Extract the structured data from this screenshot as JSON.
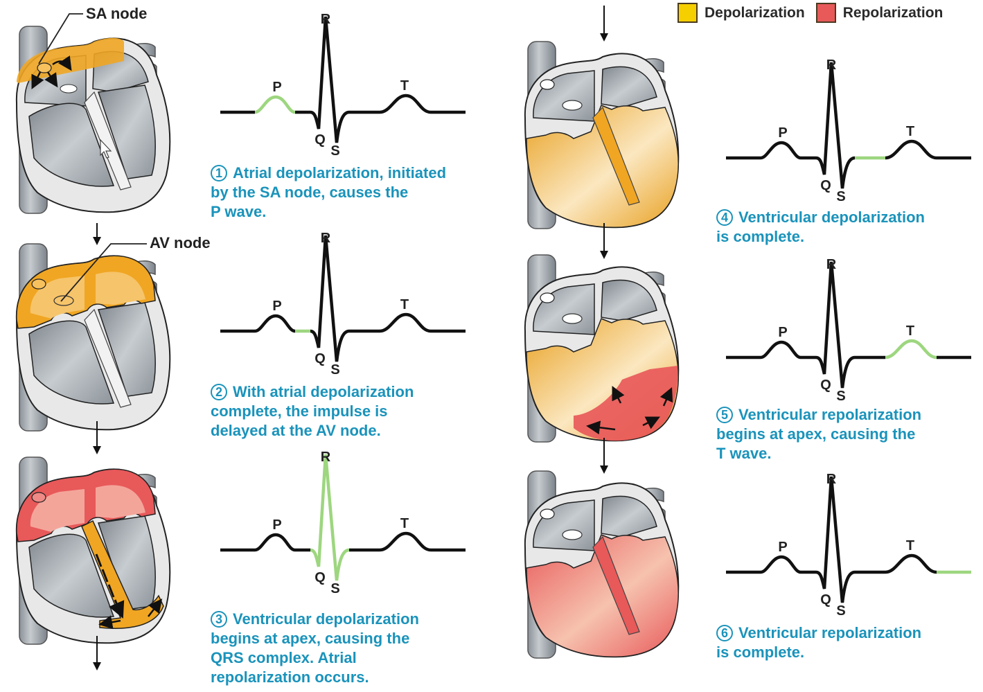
{
  "title": "Electrical activity of the heart and the ECG",
  "legend": [
    {
      "label": "Depolarization",
      "color": "#f5c400"
    },
    {
      "label": "Repolarization",
      "color": "#e8595a"
    }
  ],
  "labels": {
    "sa_node": "SA node",
    "av_node": "AV node"
  },
  "colors": {
    "caption": "#1a93bb",
    "highlight_segment": "#9dd67f",
    "ecg_trace": "#111111",
    "depolarization_fill": "#f0a623",
    "repolarization_fill": "#e8595a"
  },
  "wave_labels": {
    "p": "P",
    "q": "Q",
    "r": "R",
    "s": "S",
    "t": "T"
  },
  "steps": [
    {
      "number": "1",
      "caption": "Atrial depolarization, initiated\nby the SA node, causes the\nP wave.",
      "highlight": "P",
      "heart_state": "atria-depolarizing"
    },
    {
      "number": "2",
      "caption": "With atrial depolarization\ncomplete, the impulse is\ndelayed at the AV node.",
      "highlight": "PR-segment",
      "heart_state": "atria-depolarized"
    },
    {
      "number": "3",
      "caption": "Ventricular depolarization\nbegins at apex, causing the\nQRS complex. Atrial\nrepolarization occurs.",
      "highlight": "QRS",
      "heart_state": "apex-depolarizing-atria-repolarizing"
    },
    {
      "number": "4",
      "caption": "Ventricular depolarization\nis complete.",
      "highlight": "ST-segment",
      "heart_state": "ventricles-depolarized"
    },
    {
      "number": "5",
      "caption": "Ventricular repolarization\nbegins at apex, causing the\nT wave.",
      "highlight": "T",
      "heart_state": "apex-repolarizing"
    },
    {
      "number": "6",
      "caption": "Ventricular repolarization\nis complete.",
      "highlight": "post-T",
      "heart_state": "ventricles-repolarized"
    }
  ]
}
